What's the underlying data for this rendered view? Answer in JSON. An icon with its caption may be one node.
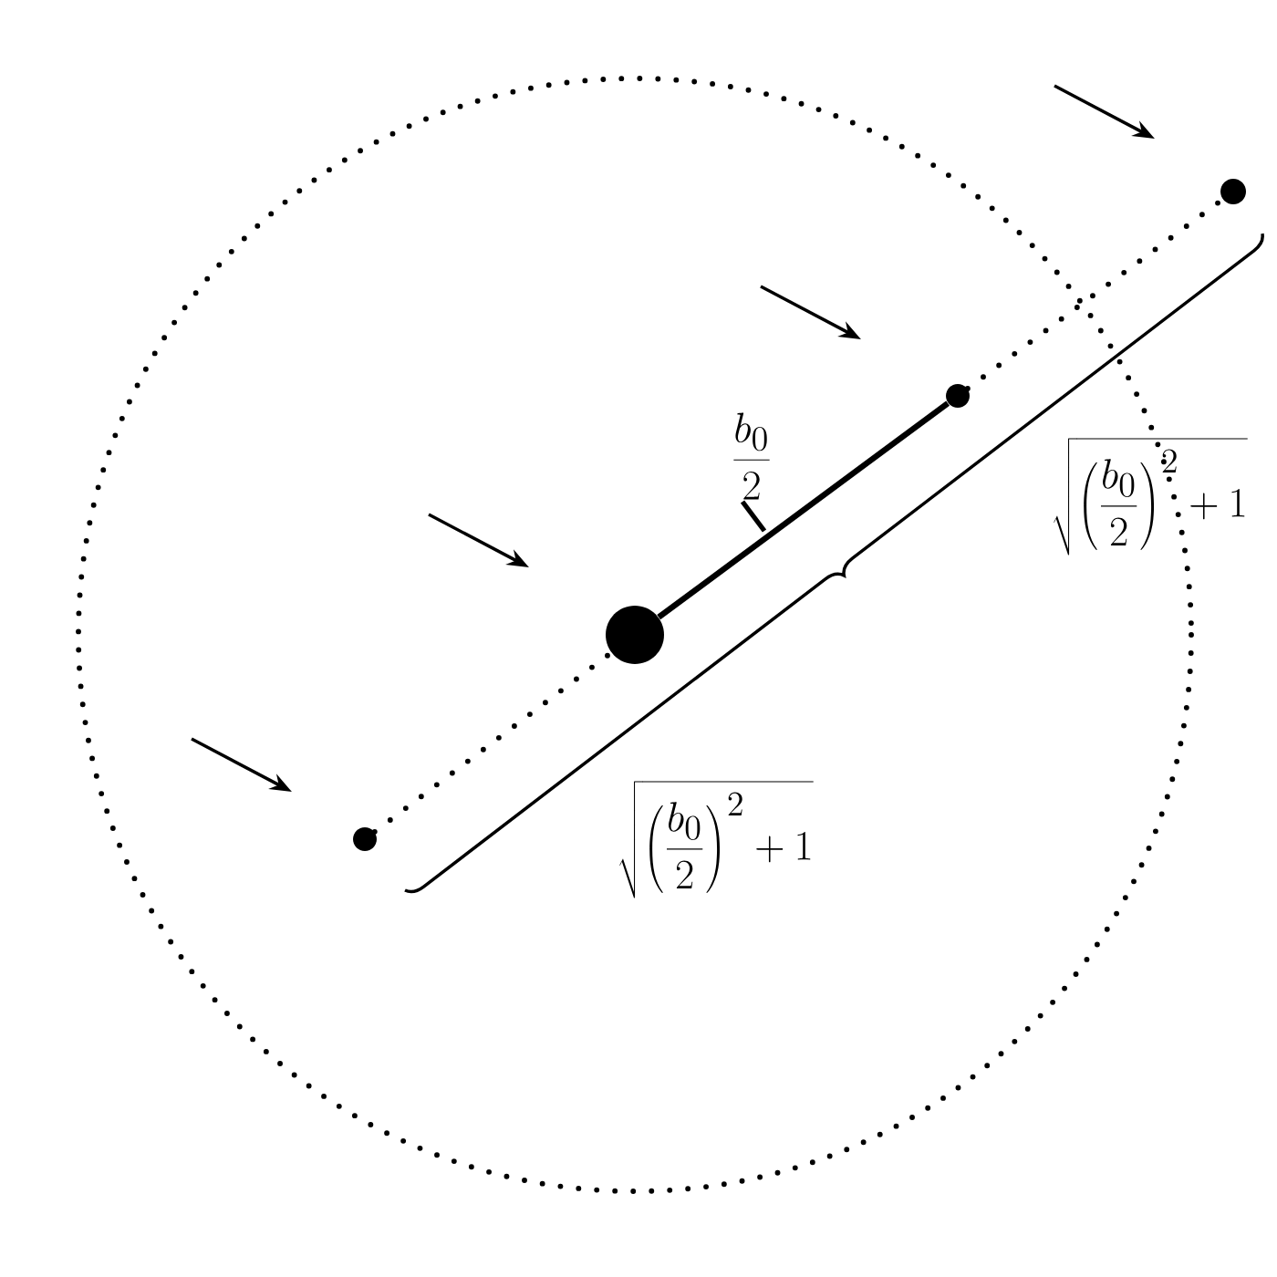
{
  "diagram": {
    "nodes": [
      {
        "text": [],
        "shape": "circle"
      },
      {
        "text": [],
        "shape": "circle"
      },
      {
        "text": [],
        "shape": "circle"
      },
      {
        "text": [],
        "shape": "circle"
      }
    ],
    "edges": [
      {
        "from": 0,
        "to": 1,
        "arrow": "none",
        "style": "dashed"
      },
      {
        "from": 1,
        "to": 2,
        "arrow": "none"
      },
      {
        "from": 2,
        "to": 3,
        "arrow": "none",
        "style": "dashed"
      }
    ],
    "labels": [
      "\\frac{b_0}{2}",
      "\\sqrt{\\left(\\frac{b_0}{2}\\right)^2+1}",
      "\\sqrt{\\left(\\frac{b_0}{2}\\right)^2+1}"
    ]
  }
}
